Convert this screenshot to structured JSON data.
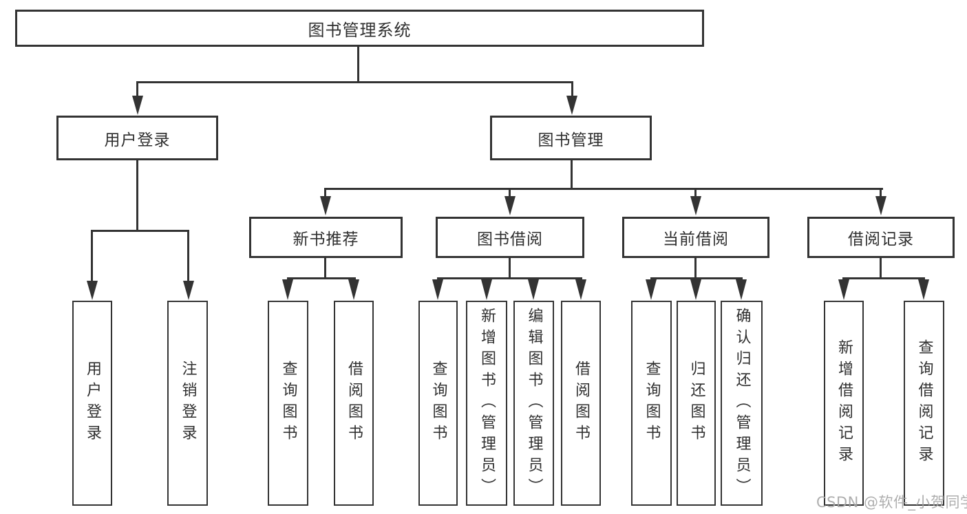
{
  "tree": {
    "label": "图书管理系统",
    "children": [
      {
        "label": "用户登录",
        "children": [
          {
            "label": "用户登录"
          },
          {
            "label": "注销登录"
          }
        ]
      },
      {
        "label": "图书管理",
        "children": [
          {
            "label": "新书推荐",
            "children": [
              {
                "label": "查询图书"
              },
              {
                "label": "借阅图书"
              }
            ]
          },
          {
            "label": "图书借阅",
            "children": [
              {
                "label": "查询图书"
              },
              {
                "label": "新增图书（管理员）"
              },
              {
                "label": "编辑图书（管理员）"
              },
              {
                "label": "借阅图书"
              }
            ]
          },
          {
            "label": "当前借阅",
            "children": [
              {
                "label": "查询图书"
              },
              {
                "label": "归还图书"
              },
              {
                "label": "确认归还（管理员）"
              }
            ]
          },
          {
            "label": "借阅记录",
            "children": [
              {
                "label": "新增借阅记录"
              },
              {
                "label": "查询借阅记录"
              }
            ]
          }
        ]
      }
    ]
  },
  "watermark": "CSDN @软件_小贺同学",
  "colors": {
    "line": "#333333",
    "text": "#2f2f2f",
    "background": "#ffffff",
    "watermark": "#a6a6a6"
  }
}
